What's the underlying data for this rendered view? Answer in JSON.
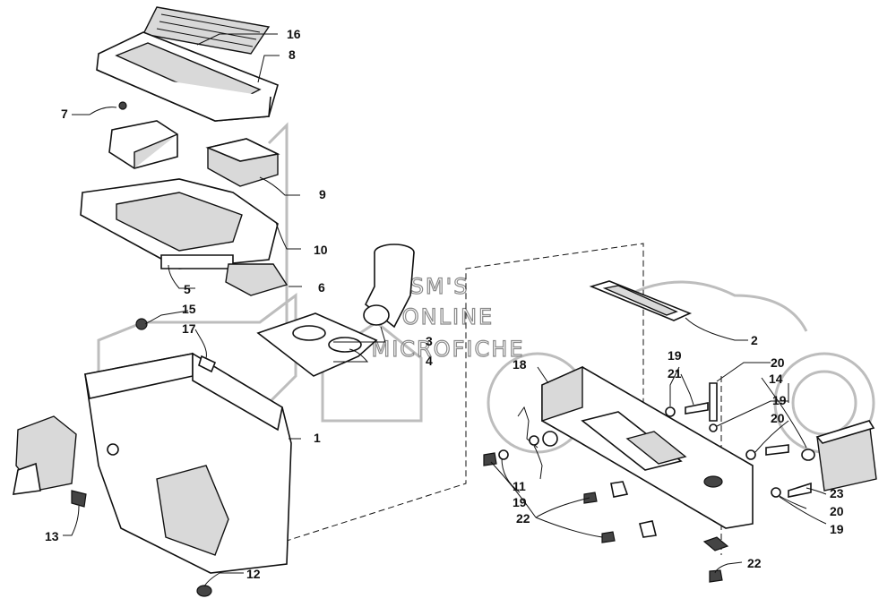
{
  "watermark": {
    "lines": [
      "FLSM'S",
      "ONLINE",
      "MICROFICHE"
    ],
    "logo_icon": "motorcycle-logo-icon"
  },
  "callouts": [
    "1",
    "2",
    "3",
    "4",
    "5",
    "6",
    "7",
    "8",
    "9",
    "10",
    "11",
    "12",
    "13",
    "14",
    "15",
    "16",
    "17",
    "18",
    "19",
    "19",
    "19",
    "19",
    "20",
    "20",
    "20",
    "21",
    "22",
    "22",
    "23"
  ],
  "colors": {
    "line": "#111111",
    "watermark": "#bdbdbd",
    "shade": "#d9d9d9"
  }
}
